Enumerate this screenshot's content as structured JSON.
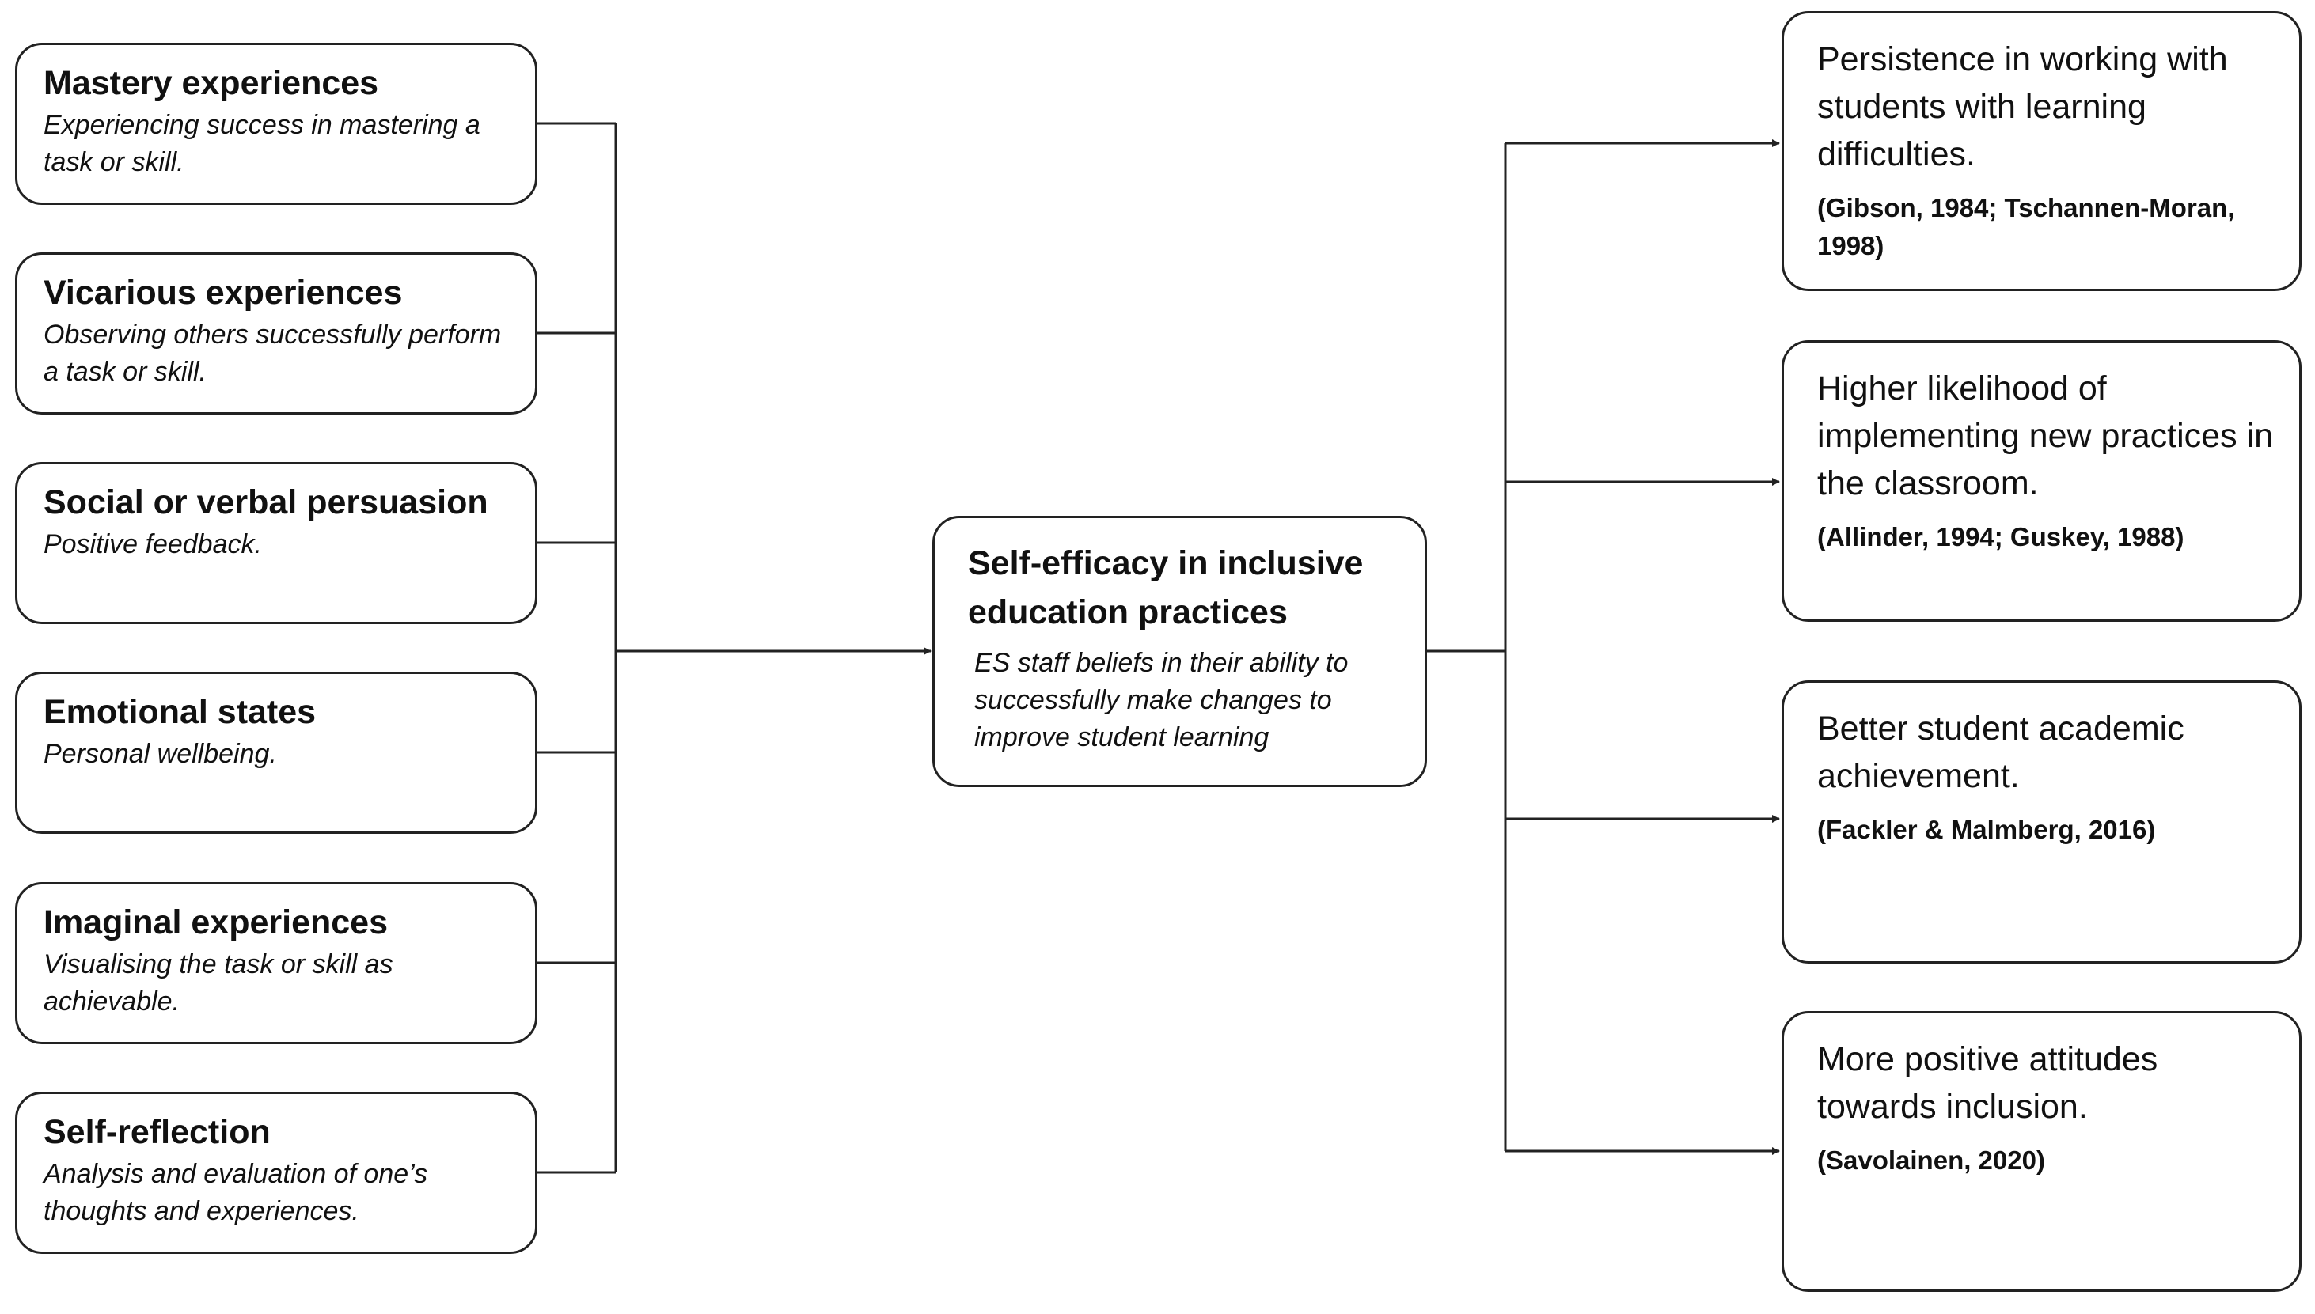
{
  "sources": [
    {
      "title": "Mastery experiences",
      "desc": "Experiencing success in mastering a task or skill."
    },
    {
      "title": "Vicarious experiences",
      "desc": "Observing others successfully perform a task or skill."
    },
    {
      "title": "Social or verbal persuasion",
      "desc": "Positive feedback."
    },
    {
      "title": "Emotional states",
      "desc": "Personal wellbeing."
    },
    {
      "title": "Imaginal experiences",
      "desc": "Visualising the task or skill as achievable."
    },
    {
      "title": "Self-reflection",
      "desc": "Analysis and evaluation of one’s thoughts and experiences."
    }
  ],
  "center": {
    "title": "Self-efficacy in inclusive education practices",
    "desc": "ES staff beliefs in their ability to successfully make changes to improve student learning"
  },
  "outcomes": [
    {
      "text": "Persistence in working with students with learning difficulties.",
      "citation": "(Gibson, 1984; Tschannen-Moran, 1998)"
    },
    {
      "text": "Higher likelihood of implementing new practices in the classroom.",
      "citation": "(Allinder, 1994; Guskey, 1988)"
    },
    {
      "text": "Better student academic achievement.",
      "citation": "(Fackler & Malmberg, 2016)"
    },
    {
      "text": "More positive attitudes towards inclusion.",
      "citation": "(Savolainen, 2020)"
    }
  ]
}
